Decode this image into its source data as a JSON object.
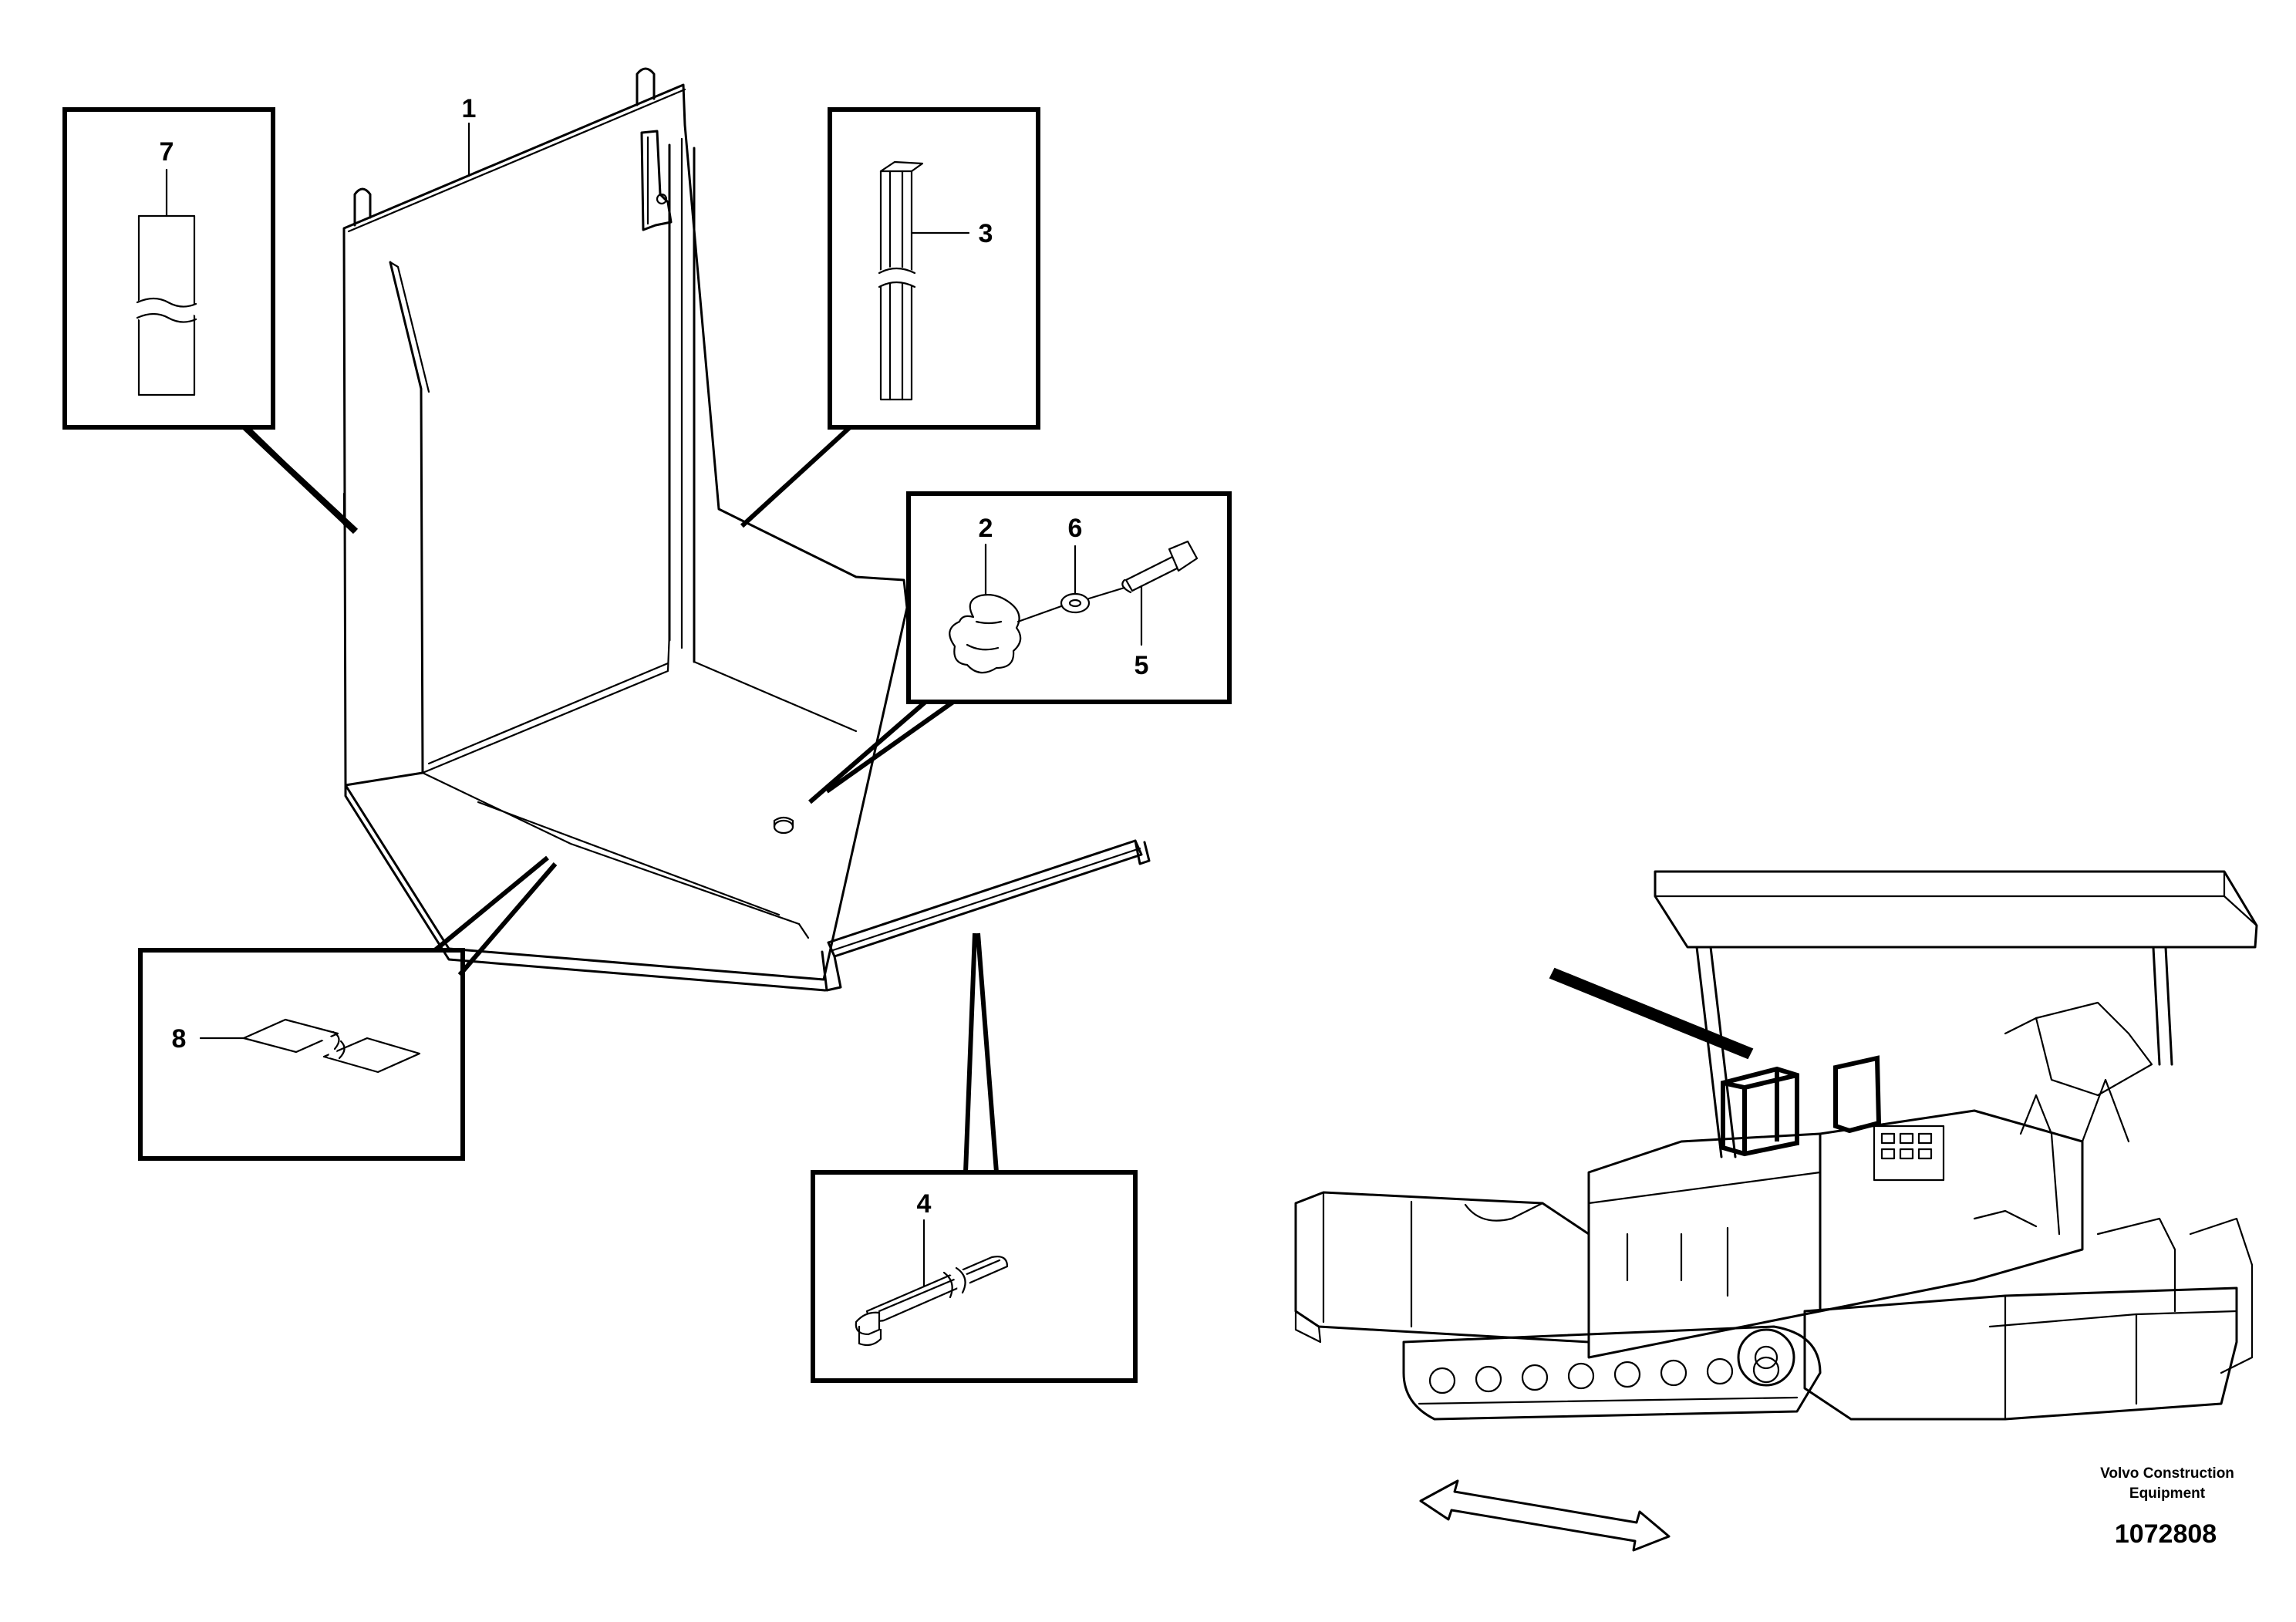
{
  "callouts": {
    "c1": "1",
    "c2": "2",
    "c3": "3",
    "c4": "4",
    "c5": "5",
    "c6": "6",
    "c7": "7",
    "c8": "8"
  },
  "footer": {
    "brand_line1": "Volvo Construction",
    "brand_line2": "Equipment",
    "document_number": "1072808"
  },
  "colors": {
    "line": "#000000",
    "background": "#ffffff"
  }
}
